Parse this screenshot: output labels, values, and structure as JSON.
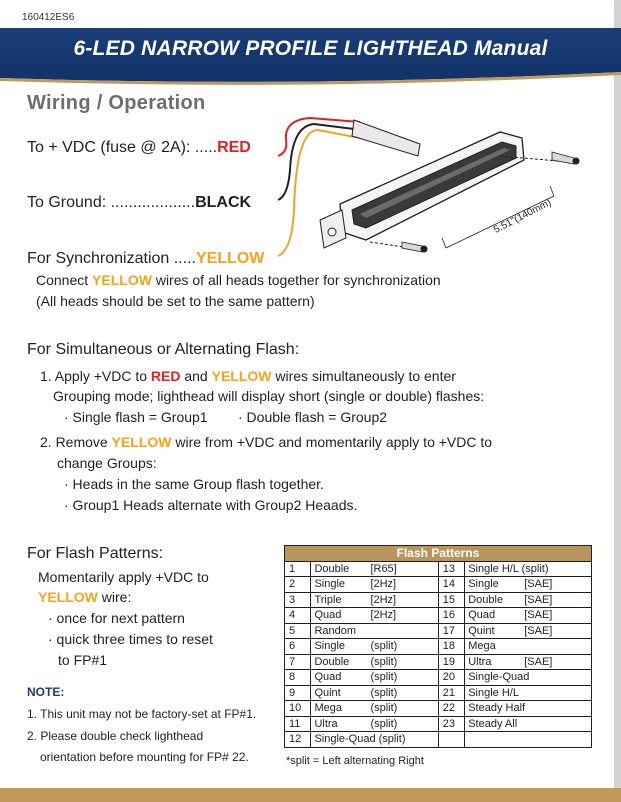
{
  "doc_code": "160412ES6",
  "title": "6-LED NARROW PROFILE LIGHTHEAD Manual",
  "section_title": "Wiring / Operation",
  "wiring": {
    "vdc_prefix": "To + VDC (fuse @ 2A): .....",
    "vdc_color": "RED",
    "ground_prefix": "To Ground: ...................",
    "ground_color": "BLACK",
    "sync_prefix": "For Synchronization .....",
    "sync_color": "YELLOW",
    "sync_line1_a": "Connect ",
    "sync_line1_b": "YELLOW",
    "sync_line1_c": " wires of all heads together for synchronization",
    "sync_line2": "(All heads should be set to the same pattern)"
  },
  "dimension": "5.51\"(140mm)",
  "simultaneous": {
    "heading": "For Simultaneous or Alternating Flash:",
    "step1_a": "1. Apply +VDC to ",
    "step1_red": "RED",
    "step1_and": " and ",
    "step1_yellow": "YELLOW",
    "step1_b": " wires simultaneously to enter",
    "step1_line2": "Grouping mode; lighthead will display short (single or double) flashes:",
    "step1_bullet_a": "· Single flash = Group1",
    "step1_bullet_b": "· Double flash = Group2",
    "step2_a": "2. Remove ",
    "step2_yellow": "YELLOW",
    "step2_b": " wire from +VDC and momentarily apply to +VDC to",
    "step2_line2": "change Groups:",
    "step2_bullet1": "· Heads in the same Group flash together.",
    "step2_bullet2": "· Group1 Heads alternate with Group2 Heaads."
  },
  "flash_patterns": {
    "heading": "For Flash Patterns:",
    "line1": "Momentarily apply +VDC to",
    "line2_yellow": "YELLOW",
    "line2_b": " wire:",
    "bullet1": "· once for next pattern",
    "bullet2": "· quick three times to reset",
    "bullet2_cont": "to FP#1"
  },
  "note": {
    "title": "NOTE:",
    "item1": "1. This unit may not be factory-set at FP#1.",
    "item2": "2. Please double check lighthead",
    "item2_cont": "orientation before mounting for FP# 22."
  },
  "table": {
    "title": "Flash Patterns",
    "footnote": "*split = Left alternating Right",
    "rows": [
      {
        "n1": "1",
        "a1": "Double",
        "b1": "[R65]",
        "n2": "13",
        "a2": "Single H/L (split)",
        "b2": ""
      },
      {
        "n1": "2",
        "a1": "Single",
        "b1": "[2Hz]",
        "n2": "14",
        "a2": "Single",
        "b2": "[SAE]"
      },
      {
        "n1": "3",
        "a1": "Triple",
        "b1": "[2Hz]",
        "n2": "15",
        "a2": "Double",
        "b2": "[SAE]"
      },
      {
        "n1": "4",
        "a1": "Quad",
        "b1": "[2Hz]",
        "n2": "16",
        "a2": "Quad",
        "b2": "[SAE]"
      },
      {
        "n1": "5",
        "a1": "Random",
        "b1": "",
        "n2": "17",
        "a2": "Quint",
        "b2": "[SAE]"
      },
      {
        "n1": "6",
        "a1": "Single",
        "b1": "(split)",
        "n2": "18",
        "a2": "Mega",
        "b2": ""
      },
      {
        "n1": "7",
        "a1": "Double",
        "b1": "(split)",
        "n2": "19",
        "a2": "Ultra",
        "b2": "[SAE]"
      },
      {
        "n1": "8",
        "a1": "Quad",
        "b1": "(split)",
        "n2": "20",
        "a2": "Single-Quad",
        "b2": ""
      },
      {
        "n1": "9",
        "a1": "Quint",
        "b1": "(split)",
        "n2": "21",
        "a2": "Single H/L",
        "b2": ""
      },
      {
        "n1": "10",
        "a1": "Mega",
        "b1": "(split)",
        "n2": "22",
        "a2": "Steady Half",
        "b2": ""
      },
      {
        "n1": "11",
        "a1": "Ultra",
        "b1": "(split)",
        "n2": "23",
        "a2": "Steady All",
        "b2": ""
      },
      {
        "n1": "12",
        "a1": "Single-Quad (split)",
        "b1": "",
        "n2": "",
        "a2": "",
        "b2": ""
      }
    ]
  },
  "colors": {
    "header_blue": "#12346a",
    "accent_gold": "#b8955a",
    "red": "#e31e24",
    "yellow": "#f7a21b"
  }
}
